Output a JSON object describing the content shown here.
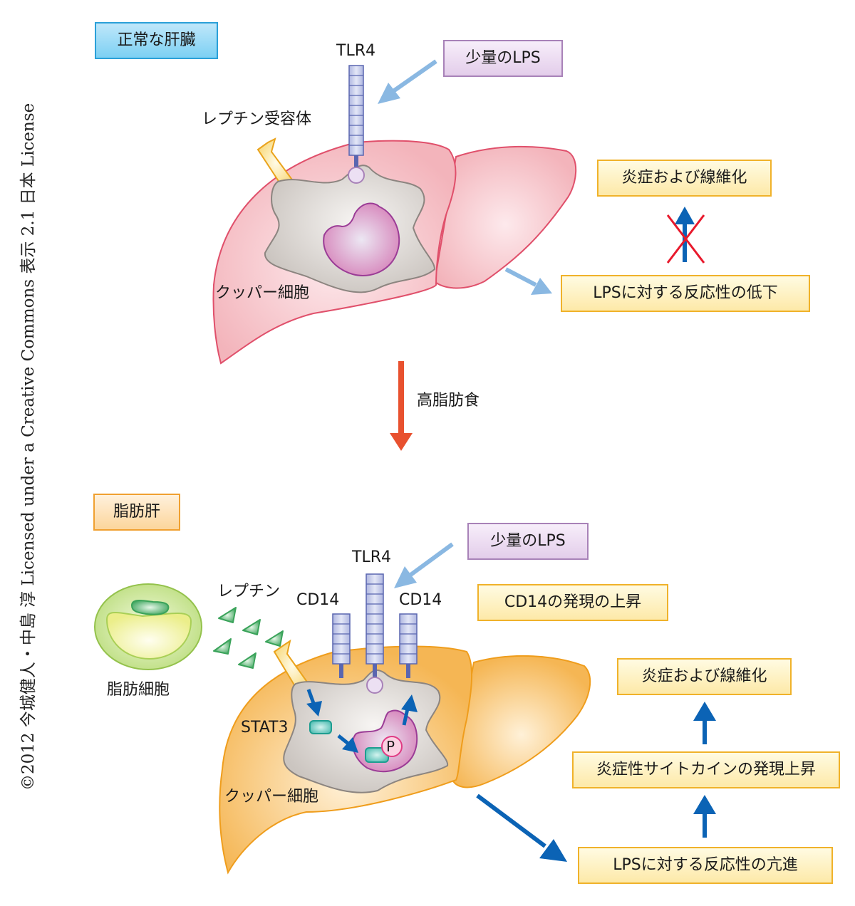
{
  "copyright": "©2012 今城健人・中島 淳 Licensed under a Creative Commons 表示 2.1 日本 License",
  "top_panel": {
    "section_label": "正常な肝臓",
    "tlr4_label": "TLR4",
    "lps_box": "少量のLPS",
    "leptin_receptor_label": "レプチン受容体",
    "kupffer_label": "クッパー細胞",
    "outcome_box": "炎症および線維化",
    "response_box": "LPSに対する反応性の低下"
  },
  "transition": {
    "label": "高脂肪食"
  },
  "bottom_panel": {
    "section_label": "脂肪肝",
    "lps_box": "少量のLPS",
    "tlr4_label": "TLR4",
    "cd14_left_label": "CD14",
    "cd14_right_label": "CD14",
    "cd14_box": "CD14の発現の上昇",
    "leptin_label": "レプチン",
    "adipocyte_label": "脂肪細胞",
    "stat3_label": "STAT3",
    "phospho_label": "P",
    "kupffer_label": "クッパー細胞",
    "outcome_box": "炎症および線維化",
    "cytokine_box": "炎症性サイトカインの発現上昇",
    "response_box": "LPSに対する反応性の亢進"
  },
  "colors": {
    "normal_liver": "#f6c3c9",
    "fatty_liver": "#f7bd62",
    "arrow_blue": "#0b63b5",
    "arrow_light_blue": "#8ab8e2",
    "arrow_red": "#e8512f",
    "cross_red": "#e8192c"
  }
}
